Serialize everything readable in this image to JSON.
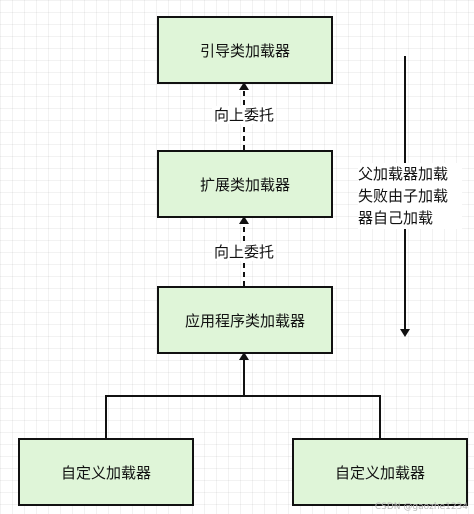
{
  "nodes": {
    "bootstrap": "引导类加载器",
    "extension": "扩展类加载器",
    "application": "应用程序类加载器",
    "custom_left": "自定义加载器",
    "custom_right": "自定义加载器"
  },
  "edges": {
    "delegate_upper": "向上委托",
    "delegate_lower": "向上委托"
  },
  "annotation": "父加载器加载失败由子加载器自己加载",
  "watermark": "CSDN @gaozhe1234",
  "colors": {
    "box_fill": "#dff5d8",
    "box_border": "#111111",
    "line": "#111111"
  }
}
